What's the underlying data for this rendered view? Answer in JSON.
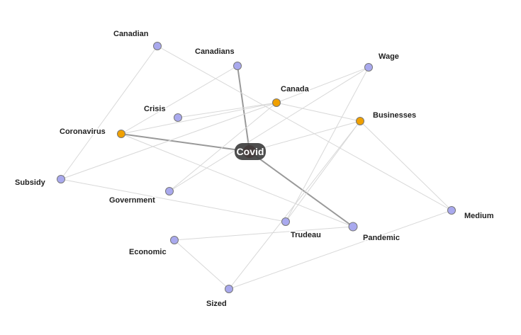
{
  "colors": {
    "primary_node": "#f0a000",
    "secondary_node": "#a9a9ee",
    "center_node": "#3f3f3f",
    "edge": "#d8d8d8",
    "strong_edge": "#999999"
  },
  "center": {
    "label": "Covid"
  },
  "nodes": [
    {
      "id": "Canadian",
      "label": "Canadian",
      "type": "secondary"
    },
    {
      "id": "Canadians",
      "label": "Canadians",
      "type": "secondary"
    },
    {
      "id": "Wage",
      "label": "Wage",
      "type": "secondary"
    },
    {
      "id": "Canada",
      "label": "Canada",
      "type": "primary"
    },
    {
      "id": "Crisis",
      "label": "Crisis",
      "type": "secondary"
    },
    {
      "id": "Businesses",
      "label": "Businesses",
      "type": "primary"
    },
    {
      "id": "Coronavirus",
      "label": "Coronavirus",
      "type": "primary"
    },
    {
      "id": "Subsidy",
      "label": "Subsidy",
      "type": "secondary"
    },
    {
      "id": "Government",
      "label": "Government",
      "type": "secondary"
    },
    {
      "id": "Medium",
      "label": "Medium",
      "type": "secondary"
    },
    {
      "id": "Trudeau",
      "label": "Trudeau",
      "type": "secondary"
    },
    {
      "id": "Pandemic",
      "label": "Pandemic",
      "type": "secondary"
    },
    {
      "id": "Economic",
      "label": "Economic",
      "type": "secondary"
    },
    {
      "id": "Sized",
      "label": "Sized",
      "type": "secondary"
    }
  ],
  "edges": [
    [
      "Covid",
      "Canadians",
      true
    ],
    [
      "Covid",
      "Coronavirus",
      true
    ],
    [
      "Covid",
      "Pandemic",
      true
    ],
    [
      "Covid",
      "Businesses",
      false
    ],
    [
      "Canada",
      "Wage",
      false
    ],
    [
      "Canada",
      "Businesses",
      false
    ],
    [
      "Wage",
      "Trudeau",
      false
    ],
    [
      "Wage",
      "Government",
      false
    ],
    [
      "Businesses",
      "Trudeau",
      false
    ],
    [
      "Businesses",
      "Sized",
      false
    ],
    [
      "Businesses",
      "Medium",
      false
    ],
    [
      "Canadian",
      "Medium",
      false
    ],
    [
      "Canadian",
      "Subsidy",
      false
    ],
    [
      "Medium",
      "Sized",
      false
    ],
    [
      "Pandemic",
      "Economic",
      false
    ],
    [
      "Coronavirus",
      "Pandemic",
      false
    ],
    [
      "Subsidy",
      "Trudeau",
      false
    ],
    [
      "Subsidy",
      "Canada",
      false
    ],
    [
      "Canadians",
      "Coronavirus",
      false
    ],
    [
      "Crisis",
      "Canada",
      false
    ],
    [
      "Economic",
      "Sized",
      false
    ],
    [
      "Government",
      "Canada",
      false
    ],
    [
      "Coronavirus",
      "Canada",
      false
    ]
  ]
}
